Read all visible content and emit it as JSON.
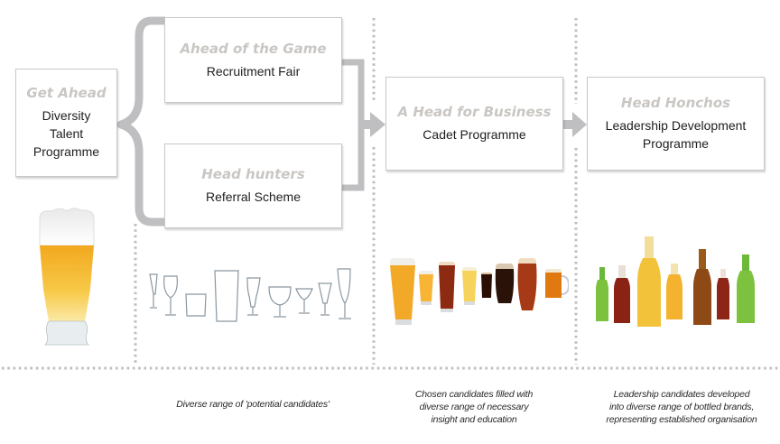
{
  "stages": [
    {
      "id": "get-ahead",
      "title": "Get Ahead",
      "label_lines": [
        "Diversity",
        "Talent",
        "Programme"
      ]
    },
    {
      "id": "ahead-of-the-game",
      "title": "Ahead of the Game",
      "label_lines": [
        "Recruitment Fair"
      ]
    },
    {
      "id": "head-hunters",
      "title": "Head hunters",
      "label_lines": [
        "Referral Scheme"
      ]
    },
    {
      "id": "a-head-for-business",
      "title": "A Head for Business",
      "label_lines": [
        "Cadet Programme"
      ]
    },
    {
      "id": "head-honchos",
      "title": "Head Honchos",
      "label_lines": [
        "Leadership Development",
        "Programme"
      ]
    }
  ],
  "captions": {
    "potential": [
      "Diverse range of 'potential candidates'"
    ],
    "chosen": [
      "Chosen candidates filled with",
      "diverse range of necessary",
      "insight and education"
    ],
    "leadership": [
      "Leadership candidates developed",
      "into diverse range of bottled brands,",
      "representing established organisation"
    ]
  },
  "images": {
    "pint": "beer-pint-image",
    "empty_glasses": "empty-glassware-image",
    "filled_beers": "filled-beer-glasses-image",
    "bottles": "beer-bottles-image"
  },
  "colors": {
    "connector": "#bfbfc2",
    "dots": "#bdbdbd",
    "title_gray": "#c9c6c3",
    "box_border": "#c8c8c8"
  }
}
